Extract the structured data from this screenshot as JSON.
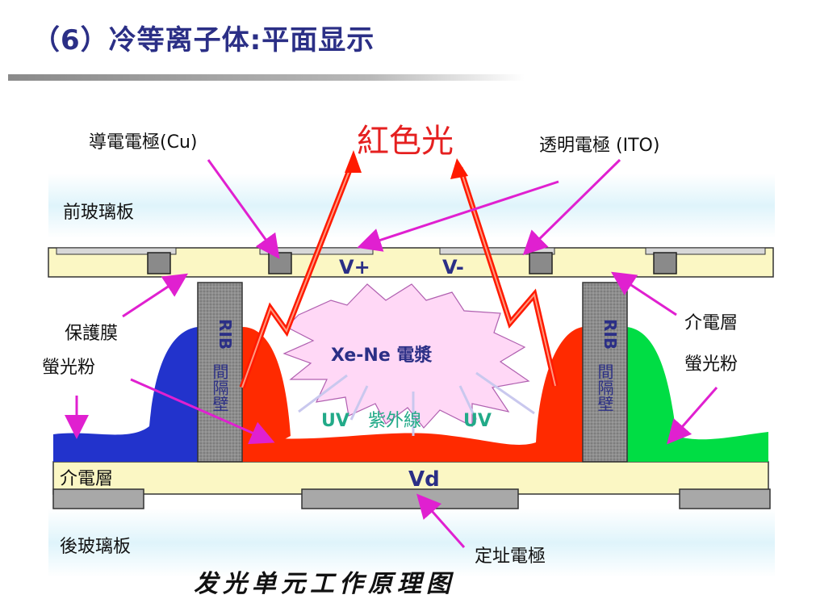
{
  "title": "（6）冷等离子体:平面显示",
  "caption": "发光单元工作原理图",
  "labels": {
    "red_light": "紅色光",
    "cu_electrode": "導電電極(Cu)",
    "ito_electrode": "透明電極 (ITO)",
    "front_glass": "前玻璃板",
    "v_plus": "V+",
    "v_minus": "V-",
    "protective_film": "保護膜",
    "phosphor_left": "螢光粉",
    "phosphor_right": "螢光粉",
    "dielectric_right": "介電層",
    "dielectric_bottom": "介電層",
    "rib_left_top": "RIB",
    "rib_left_bottom": "間隔壁",
    "rib_right_top": "RIB",
    "rib_right_bottom": "間隔壁",
    "plasma": "Xe-Ne 電漿",
    "uv_left": "UV",
    "uv_right": "UV",
    "ultraviolet": "紫外線",
    "vd": "Vd",
    "rear_glass": "後玻璃板",
    "address_electrode": "定址電極"
  },
  "colors": {
    "title": "#2b2f86",
    "red_phosphor": "#ff2a00",
    "blue_phosphor": "#2233cc",
    "green_phosphor": "#00dd44",
    "dielectric": "#fbf7c4",
    "arrow": "#e020d0",
    "voltage_label": "#2b2f86",
    "uv_label": "#22aa88"
  }
}
